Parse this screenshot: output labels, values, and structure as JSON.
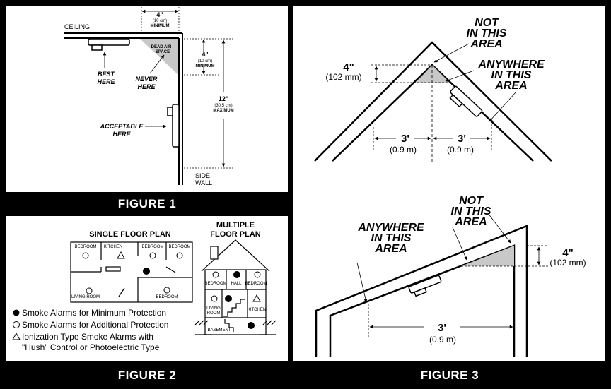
{
  "figure1": {
    "caption": "FIGURE 1",
    "ceiling": "CEILING",
    "side_wall_1": "SIDE",
    "side_wall_2": "WALL",
    "top_dim": "4\"",
    "top_dim_cm": "(10 cm)",
    "top_dim_note": "MINIMUM",
    "mid_dim": "4\"",
    "mid_dim_cm": "(10 cm)",
    "mid_dim_note": "MINIMUM",
    "right_dim": "12\"",
    "right_dim_cm": "(30.5 cm)",
    "right_dim_note": "MAXIMUM",
    "dead_air_1": "DEAD AIR",
    "dead_air_2": "SPACE",
    "best_1": "BEST",
    "best_2": "HERE",
    "never_1": "NEVER",
    "never_2": "HERE",
    "acceptable_1": "ACCEPTABLE",
    "acceptable_2": "HERE"
  },
  "figure2": {
    "caption": "FIGURE 2",
    "single_title": "SINGLE FLOOR PLAN",
    "multi_title_1": "MULTIPLE",
    "multi_title_2": "FLOOR PLAN",
    "single_rooms": {
      "bedroom_a": "BEDROOM",
      "kitchen": "KITCHEN",
      "bedroom_b": "BEDROOM",
      "bedroom_c": "BEDROOM",
      "living_room": "LIVING ROOM",
      "bedroom_d": "BEDROOM"
    },
    "multi_rooms": {
      "bedroom_a": "BEDROOM",
      "hall": "HALL",
      "bedroom_b": "BEDROOM",
      "living_1": "LIVING",
      "living_2": "ROOM",
      "kitchen": "KITCHEN",
      "basement": "BASEMENT"
    },
    "legend": {
      "minimum": "Smoke Alarms for Minimum Protection",
      "additional": "Smoke Alarms for Additional Protection",
      "ionization_1": "Ionization Type Smoke Alarms with",
      "ionization_2": "\"Hush\" Control or Photoelectric Type"
    }
  },
  "figure3": {
    "caption": "FIGURE 3",
    "top": {
      "not_1": "NOT",
      "not_2": "IN THIS",
      "not_3": "AREA",
      "any_1": "ANYWHERE",
      "any_2": "IN THIS",
      "any_3": "AREA",
      "dim": "4\"",
      "dim_mm": "(102 mm)",
      "left_dim": "3'",
      "left_dim_m": "(0.9 m)",
      "right_dim": "3'",
      "right_dim_m": "(0.9 m)"
    },
    "bottom": {
      "not_1": "NOT",
      "not_2": "IN THIS",
      "not_3": "AREA",
      "any_1": "ANYWHERE",
      "any_2": "IN THIS",
      "any_3": "AREA",
      "dim": "4\"",
      "dim_mm": "(102 mm)",
      "width_dim": "3'",
      "width_dim_m": "(0.9 m)"
    }
  }
}
